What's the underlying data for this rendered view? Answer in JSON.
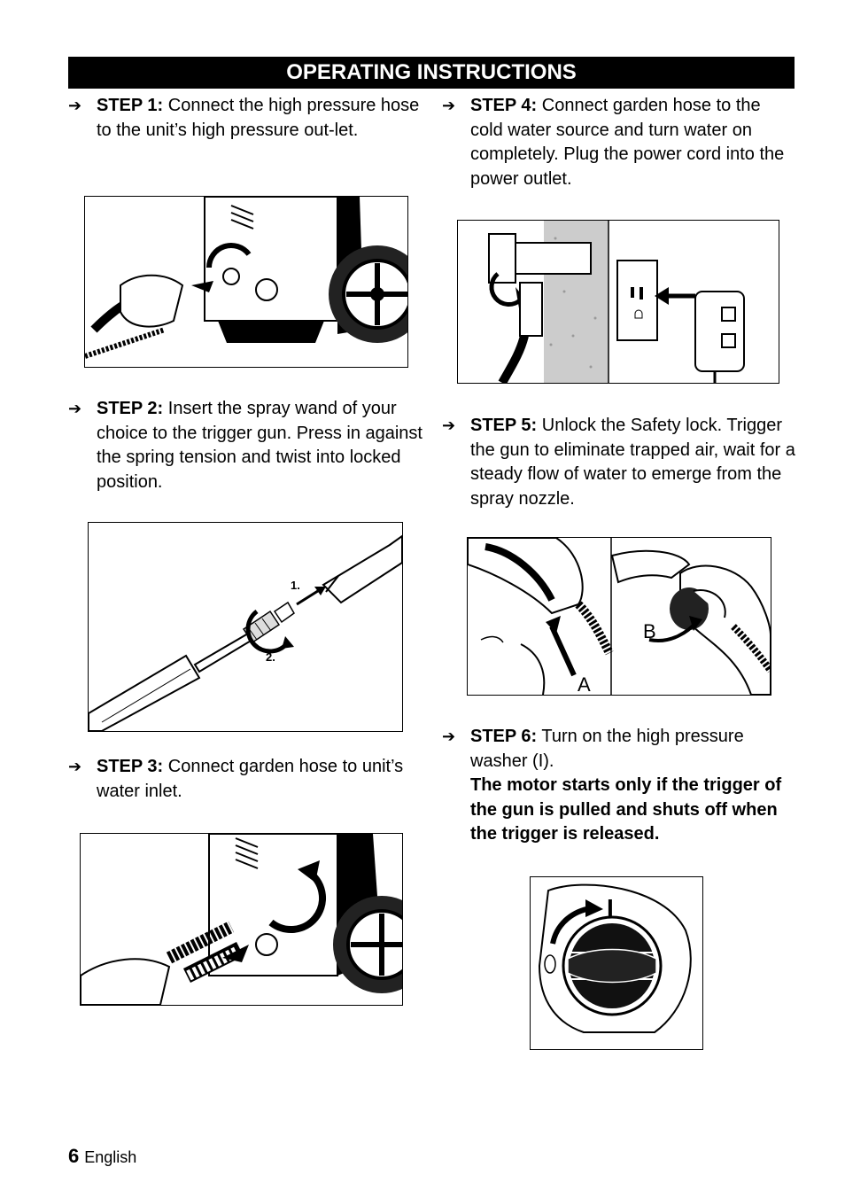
{
  "page": {
    "title": "OPERATING INSTRUCTIONS",
    "page_number": "6",
    "language": "English"
  },
  "steps": [
    {
      "arrow": "➔",
      "label": "STEP 1:",
      "text": " Connect the high pressure hose to the unit’s high pressure out-let."
    },
    {
      "arrow": "➔",
      "label": "STEP 2:",
      "text": " Insert the spray wand of your choice to the trigger gun. Press in against the spring tension and twist into locked position."
    },
    {
      "arrow": "➔",
      "label": "STEP 3:",
      "text": " Connect garden hose to unit’s water inlet."
    },
    {
      "arrow": "➔",
      "label": "STEP 4:",
      "text": " Connect garden hose to the cold water source and turn water on completely. Plug the power cord into the power outlet."
    },
    {
      "arrow": "➔",
      "label": "STEP 5:",
      "text": " Unlock the Safety lock. Trigger the gun to eliminate trapped air, wait for a steady flow of water to emerge from the spray nozzle."
    },
    {
      "arrow": "➔",
      "label": "STEP 6:",
      "text": " Turn on the high pressure washer (I).",
      "note": "The motor starts only if the trigger of the gun is pulled and shuts off when the trigger is released."
    }
  ],
  "figures": {
    "step2_labels": [
      "1.",
      "2."
    ],
    "step5_labels": [
      "A",
      "B"
    ],
    "step6_label": "I"
  }
}
